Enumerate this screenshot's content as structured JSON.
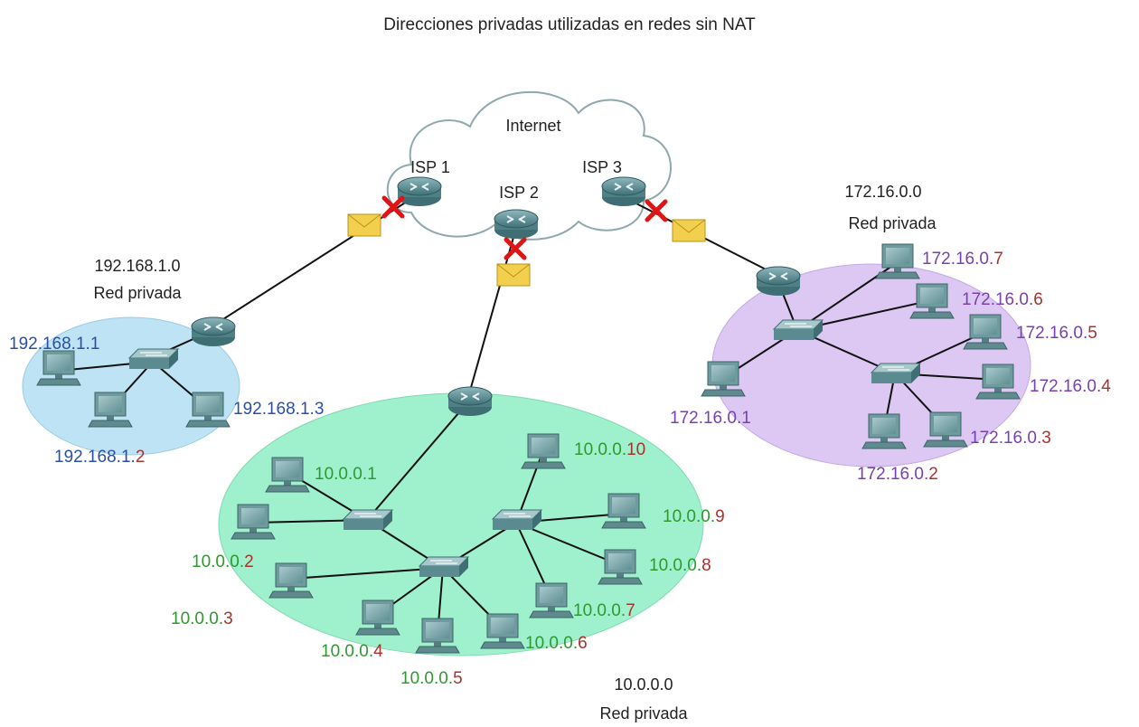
{
  "title": "Direcciones privadas utilizadas en redes sin NAT",
  "internet": {
    "label": "Internet",
    "isps": [
      "ISP 1",
      "ISP 2",
      "ISP 3"
    ]
  },
  "networks": {
    "net192": {
      "network": "192.168.1.0",
      "caption": "Red privada",
      "color": "#bde3f5",
      "hosts": [
        {
          "net": "192.168.1.",
          "host": "1"
        },
        {
          "net": "192.168.1.",
          "host": "2"
        },
        {
          "net": "192.168.1.",
          "host": "3"
        }
      ]
    },
    "net10": {
      "network": "10.0.0.0",
      "caption": "Red privada",
      "color": "#9ff0cd",
      "hosts": [
        {
          "net": "10.0.0.",
          "host": "1"
        },
        {
          "net": "10.0.0.",
          "host": "2"
        },
        {
          "net": "10.0.0.",
          "host": "3"
        },
        {
          "net": "10.0.0.",
          "host": "4"
        },
        {
          "net": "10.0.0.",
          "host": "5"
        },
        {
          "net": "10.0.0.",
          "host": "6"
        },
        {
          "net": "10.0.0.",
          "host": "7"
        },
        {
          "net": "10.0.0.",
          "host": "8"
        },
        {
          "net": "10.0.0.",
          "host": "9"
        },
        {
          "net": "10.0.0.",
          "host": "10"
        }
      ]
    },
    "net172": {
      "network": "172.16.0.0",
      "caption": "Red privada",
      "color": "#dcc8f3",
      "hosts": [
        {
          "net": "172.16.0.",
          "host": "1"
        },
        {
          "net": "172.16.0.",
          "host": "2"
        },
        {
          "net": "172.16.0.",
          "host": "3"
        },
        {
          "net": "172.16.0.",
          "host": "4"
        },
        {
          "net": "172.16.0.",
          "host": "5"
        },
        {
          "net": "172.16.0.",
          "host": "6"
        },
        {
          "net": "172.16.0.",
          "host": "7"
        }
      ]
    }
  },
  "colors": {
    "net192_prefix": "#2b4fa8",
    "net10_prefix": "#2e9a2e",
    "net172_prefix": "#7a3fb0",
    "host_part": "#a8322d",
    "blocked_mark": "#e01414",
    "envelope": "#f3cf4e"
  }
}
